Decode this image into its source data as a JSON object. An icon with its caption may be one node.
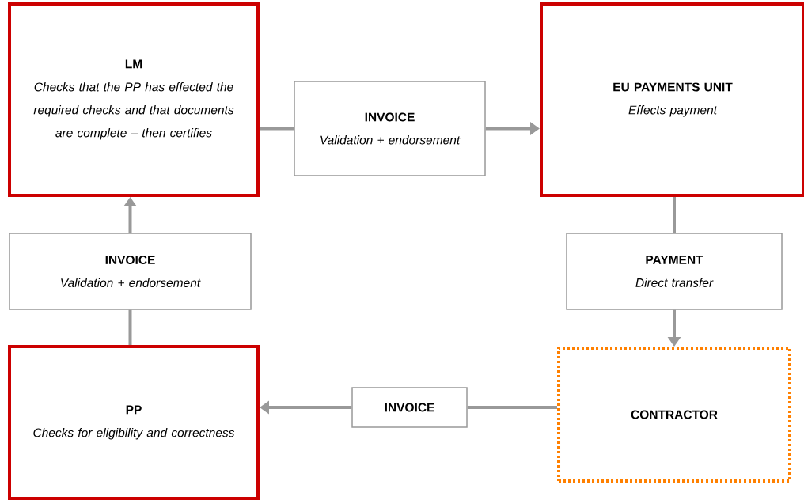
{
  "diagram": {
    "nodes": [
      {
        "text": [
          "LM",
          "Checks that the PP has effected the required checks and that documents are complete – then certifies"
        ]
      },
      {
        "text": [
          "INVOICE",
          "Validation + endorsement"
        ]
      },
      {
        "text": [
          "EU PAYMENTS UNIT",
          "Effects payment"
        ]
      },
      {
        "text": [
          "INVOICE",
          "Validation + endorsement"
        ]
      },
      {
        "text": [
          "PAYMENT",
          "Direct transfer"
        ]
      },
      {
        "text": [
          "PP",
          "Checks for eligibility and correctness"
        ]
      },
      {
        "text": [
          "INVOICE"
        ]
      },
      {
        "text": [
          "CONTRACTOR"
        ]
      }
    ],
    "edges": [
      {
        "from": 0,
        "to": 1,
        "arrow": "none"
      },
      {
        "from": 1,
        "to": 2,
        "arrow": "to"
      },
      {
        "from": 5,
        "to": 3,
        "arrow": "none"
      },
      {
        "from": 3,
        "to": 0,
        "arrow": "to"
      },
      {
        "from": 2,
        "to": 4,
        "arrow": "none"
      },
      {
        "from": 4,
        "to": 7,
        "arrow": "to"
      },
      {
        "from": 7,
        "to": 6,
        "arrow": "none"
      },
      {
        "from": 6,
        "to": 5,
        "arrow": "to"
      }
    ]
  }
}
